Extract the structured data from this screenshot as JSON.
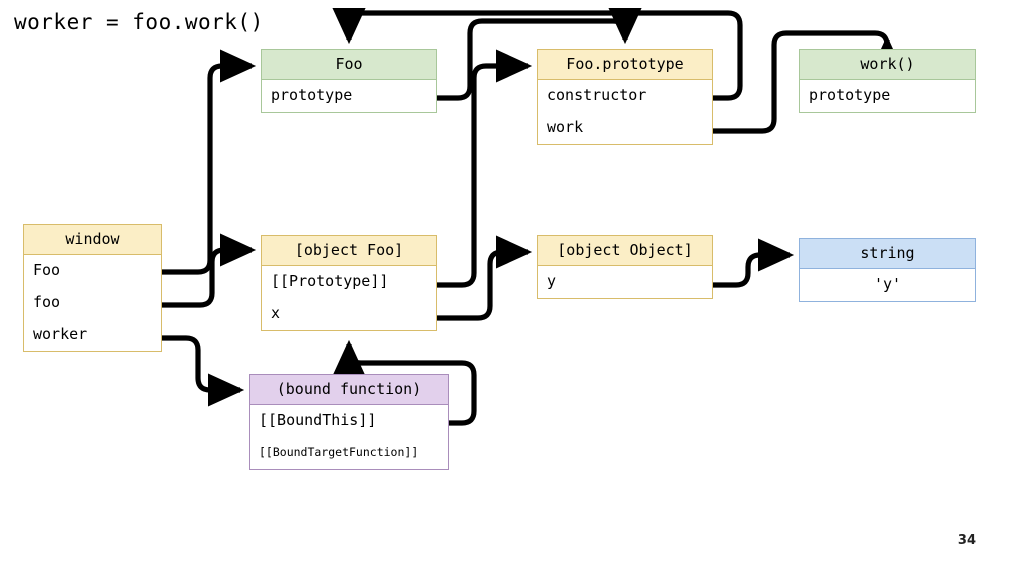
{
  "title": "worker = foo.work()",
  "page_number": "34",
  "colors": {
    "green_header": "#d7e8cd",
    "green_border": "#a8c79a",
    "yellow_header": "#fbeec6",
    "yellow_border": "#d8bc6a",
    "blue_header": "#cbdff5",
    "blue_border": "#8fb2dd",
    "purple_header": "#e2d0ec",
    "purple_border": "#a98dbb",
    "arrow": "#000000",
    "background": "#ffffff"
  },
  "nodes": {
    "foo": {
      "header": "Foo",
      "rows": [
        "prototype"
      ]
    },
    "fooproto": {
      "header": "Foo.prototype",
      "rows": [
        "constructor",
        "work"
      ]
    },
    "work": {
      "header": "work()",
      "rows": [
        "prototype"
      ]
    },
    "window": {
      "header": "window",
      "rows": [
        "Foo",
        "foo",
        "worker"
      ]
    },
    "objfoo": {
      "header": "[object Foo]",
      "rows": [
        "[[Prototype]]",
        "x"
      ]
    },
    "objobject": {
      "header": "[object Object]",
      "rows": [
        "y"
      ]
    },
    "string": {
      "header": "string",
      "rows": [
        "'y'"
      ]
    },
    "bound": {
      "header": "(bound function)",
      "rows": [
        "[[BoundThis]]",
        "[[BoundTargetFunction]]"
      ]
    }
  },
  "edges": [
    {
      "from": "window.Foo",
      "to": "foo.header",
      "label": ""
    },
    {
      "from": "window.foo",
      "to": "objfoo.header",
      "label": ""
    },
    {
      "from": "window.worker",
      "to": "bound.header",
      "label": ""
    },
    {
      "from": "foo.prototype",
      "to": "fooproto.header",
      "label": ""
    },
    {
      "from": "fooproto.constructor",
      "to": "foo.header",
      "label": ""
    },
    {
      "from": "fooproto.work",
      "to": "work.header",
      "label": ""
    },
    {
      "from": "objfoo.[[Prototype]]",
      "to": "fooproto.header",
      "label": ""
    },
    {
      "from": "objfoo.x",
      "to": "objobject.header",
      "label": ""
    },
    {
      "from": "objobject.y",
      "to": "string.header",
      "label": ""
    },
    {
      "from": "bound.[[BoundThis]]",
      "to": "objfoo.bottom",
      "label": ""
    }
  ]
}
